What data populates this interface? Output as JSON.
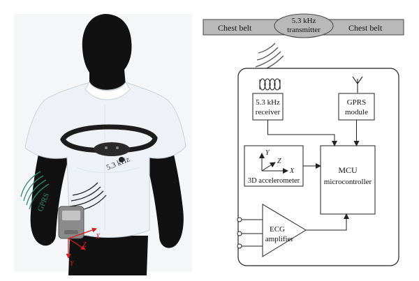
{
  "left_panel": {
    "gprs_label": "GPRS",
    "freq_label": "5.3 kHz",
    "axis_x": "X",
    "axis_y": "Y",
    "axis_z": "Z"
  },
  "diagram": {
    "belt_left": "Chest belt",
    "belt_right": "Chest belt",
    "transmitter_line1": "5.3 kHz",
    "transmitter_line2": "transmitter",
    "receiver_line1": "5.3 kHz",
    "receiver_line2": "receiver",
    "gprs_line1": "GPRS",
    "gprs_line2": "module",
    "accel_label": "3D accelerometer",
    "accel_y": "Y",
    "accel_z": "Z",
    "accel_x": "X",
    "mcu_line1": "MCU",
    "mcu_line2": "microcontroller",
    "ecg_line1": "ECG",
    "ecg_line2": "amplifier"
  },
  "colors": {
    "shirt": "#eef2f6",
    "skin": "#111111",
    "belt": "#1c1c1c",
    "gprs_waves": "#2e8b6a",
    "axis_red": "#d42020",
    "belt_bar": "#b9b9b9"
  }
}
